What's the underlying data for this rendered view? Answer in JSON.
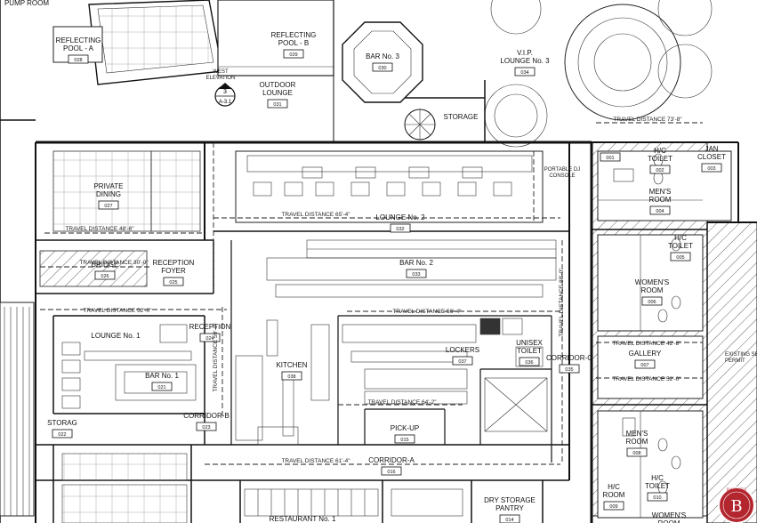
{
  "rooms": [
    {
      "key": "pump_room",
      "label": "PUMP ROOM",
      "num": ""
    },
    {
      "key": "reflecting_pool_a",
      "label": "REFLECTING\nPOOL - A",
      "num": "028"
    },
    {
      "key": "reflecting_pool_b",
      "label": "REFLECTING\nPOOL - B",
      "num": "029"
    },
    {
      "key": "bar3",
      "label": "BAR No. 3",
      "num": "030"
    },
    {
      "key": "vip_lounge3",
      "label": "V.I.P.\nLOUNGE No. 3",
      "num": "034"
    },
    {
      "key": "outdoor_lounge",
      "label": "OUTDOOR\nLOUNGE",
      "num": "031"
    },
    {
      "key": "storage_top",
      "label": "STORAGE",
      "num": ""
    },
    {
      "key": "private_dining",
      "label": "PRIVATE\nDINING",
      "num": "027"
    },
    {
      "key": "lounge2",
      "label": "LOUNGE No. 2",
      "num": "032"
    },
    {
      "key": "bar2",
      "label": "BAR No. 2",
      "num": "033"
    },
    {
      "key": "bridge",
      "label": "BRIDGE",
      "num": "026"
    },
    {
      "key": "reception_foyer",
      "label": "RECEPTION\nFOYER",
      "num": "025"
    },
    {
      "key": "lounge1",
      "label": "LOUNGE No. 1",
      "num": ""
    },
    {
      "key": "reception",
      "label": "RECEPTION",
      "num": "024"
    },
    {
      "key": "bar1",
      "label": "BAR No. 1",
      "num": "021"
    },
    {
      "key": "kitchen",
      "label": "KITCHEN",
      "num": "038"
    },
    {
      "key": "lockers",
      "label": "LOCKERS",
      "num": "037"
    },
    {
      "key": "unisex_toilet",
      "label": "UNISEX\nTOILET",
      "num": "036"
    },
    {
      "key": "corridor_c",
      "label": "CORRIDOR-C",
      "num": "035"
    },
    {
      "key": "corridor_b",
      "label": "CORRIDOR-B",
      "num": "023"
    },
    {
      "key": "storage_left",
      "label": "STORAG",
      "num": "022"
    },
    {
      "key": "pickup",
      "label": "PICK-UP",
      "num": "015"
    },
    {
      "key": "corridor_a",
      "label": "CORRIDOR-A",
      "num": "016"
    },
    {
      "key": "dry_storage",
      "label": "DRY STORAGE\nPANTRY",
      "num": "014"
    },
    {
      "key": "restaurant1",
      "label": "RESTAURANT No. 1",
      "num": ""
    },
    {
      "key": "jan_closet",
      "label": "JAN\nCLOSET",
      "num": "003"
    },
    {
      "key": "hc_toilet_top",
      "label": "H/C\nTOILET",
      "num": "002"
    },
    {
      "key": "room001",
      "label": "",
      "num": "001"
    },
    {
      "key": "mens_room_top",
      "label": "MEN'S\nROOM",
      "num": "004"
    },
    {
      "key": "womens_room_top",
      "label": "WOMEN'S\nROOM",
      "num": "006"
    },
    {
      "key": "hc_toilet_mid",
      "label": "H/C\nTOILET",
      "num": "005"
    },
    {
      "key": "gallery",
      "label": "GALLERY",
      "num": "007"
    },
    {
      "key": "mens_room_bot",
      "label": "MEN'S\nROOM",
      "num": "008"
    },
    {
      "key": "hc_toilet_bot",
      "label": "H/C\nTOILET",
      "num": "010"
    },
    {
      "key": "hc_room",
      "label": "H/C\nROOM",
      "num": "009"
    },
    {
      "key": "womens_room_bot",
      "label": "WOMEN'S\nROOM",
      "num": ""
    }
  ],
  "travel_distances": [
    "TRAVEL DISTANCE 48'-6\"",
    "TRAVEL DISTANCE 65'-4\"",
    "TRAVEL DISTANCE 30'-0\"",
    "TRAVEL DISTANCE 52'-0\"",
    "TRAVEL DISTANCE 56'-4\"",
    "TRAVEL DISTANCE 59'-0\"",
    "TRAVEL DISTANCE 64'-2\"",
    "TRAVEL DISTANCE 61'-4\"",
    "TRAVEL DISTANCE 88'-0\"",
    "TRAVEL DISTANCE 42'-8\"",
    "TRAVEL DISTANCE 52'-0\"",
    "TRAVEL DISTANCE 73'-8\""
  ],
  "annotations": {
    "west_elevation": "WEST\nELEVATION",
    "section_marker_num": "3",
    "section_marker_sheet": "A-3.1",
    "portable_dj": "PORTABLE DJ\nCONSOLE",
    "existing": "EXISTING SE\nPERMIT"
  },
  "badge": {
    "top_text": "BARNES",
    "letter": "B",
    "color": "#b3262e"
  },
  "colors": {
    "line": "#111111",
    "background": "#ffffff"
  }
}
